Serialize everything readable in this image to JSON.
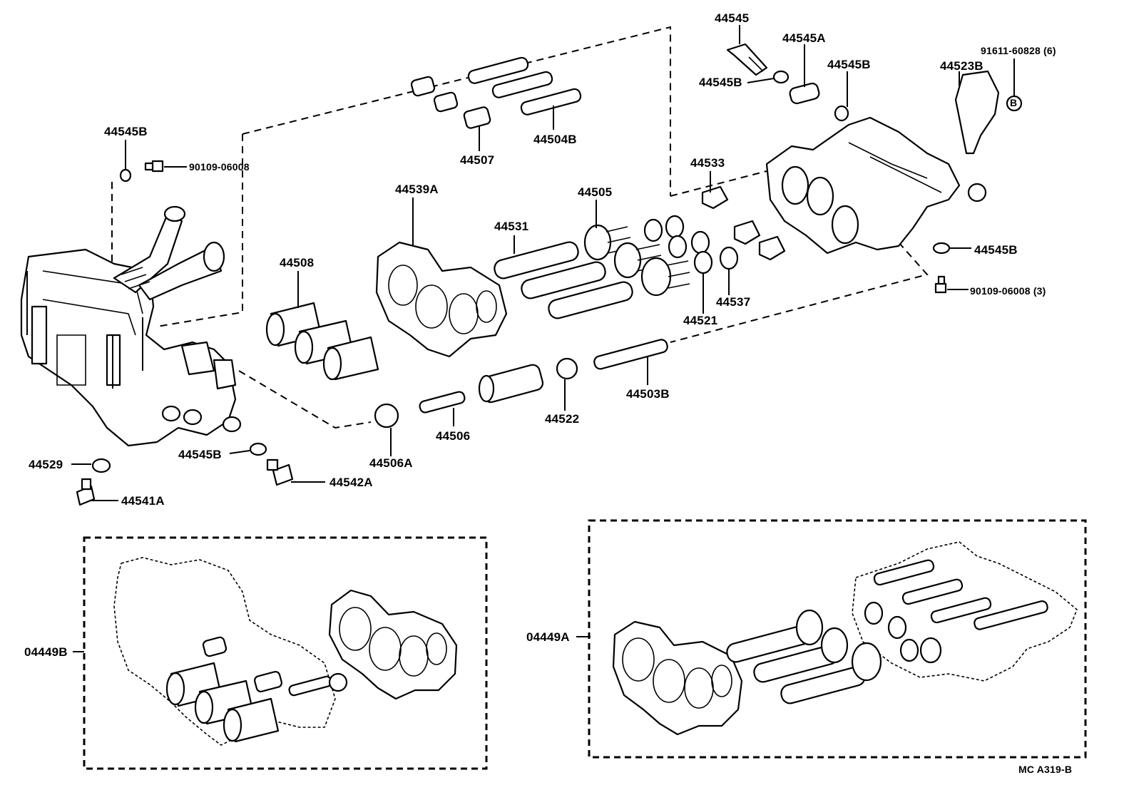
{
  "labels": {
    "p44545_top": "44545",
    "p44545A": "44545A",
    "p44545B_top": "44545B",
    "p44545B_right_top": "44545B",
    "p91611": "91611-60828 (6)",
    "p44523B": "44523B",
    "circle_b": "B",
    "p44545B_left": "44545B",
    "p90109_left": "90109-06008",
    "p44507": "44507",
    "p44504B": "44504B",
    "p44533": "44533",
    "p44505": "44505",
    "p44531": "44531",
    "p44539A": "44539A",
    "p44508": "44508",
    "p44521": "44521",
    "p44537": "44537",
    "p44545B_right": "44545B",
    "p90109_right": "90109-06008 (3)",
    "p44503B": "44503B",
    "p44522": "44522",
    "p44506": "44506",
    "p44506A": "44506A",
    "p44529": "44529",
    "p44545B_bottom": "44545B",
    "p44542A": "44542A",
    "p44541A": "44541A",
    "p04449B": "04449B",
    "p04449A": "04449A",
    "diagram_ref": "MC  A319-B"
  }
}
